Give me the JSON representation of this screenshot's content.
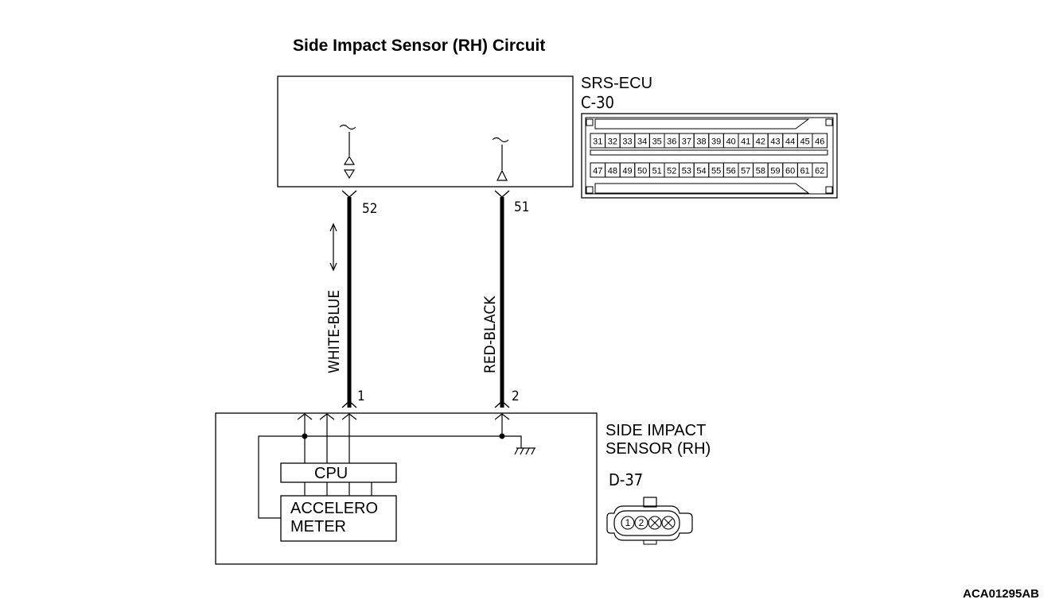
{
  "title": "Side Impact Sensor (RH) Circuit",
  "ecu": {
    "name": "SRS-ECU",
    "connector": "C-30",
    "top_row": [
      "31",
      "32",
      "33",
      "34",
      "35",
      "36",
      "37",
      "38",
      "39",
      "40",
      "41",
      "42",
      "43",
      "44",
      "45",
      "46"
    ],
    "bottom_row": [
      "47",
      "48",
      "49",
      "50",
      "51",
      "52",
      "53",
      "54",
      "55",
      "56",
      "57",
      "58",
      "59",
      "60",
      "61",
      "62"
    ]
  },
  "wires": [
    {
      "ecu_pin": "52",
      "sensor_pin": "1",
      "color": "WHITE-BLUE"
    },
    {
      "ecu_pin": "51",
      "sensor_pin": "2",
      "color": "RED-BLACK"
    }
  ],
  "sensor": {
    "name_line1": "SIDE IMPACT",
    "name_line2": "SENSOR (RH)",
    "connector": "D-37",
    "cpu_label": "CPU",
    "accel_line1": "ACCELERO",
    "accel_line2": "METER",
    "connector_pins": [
      "1",
      "2"
    ]
  },
  "figure_code": "ACA01295AB"
}
